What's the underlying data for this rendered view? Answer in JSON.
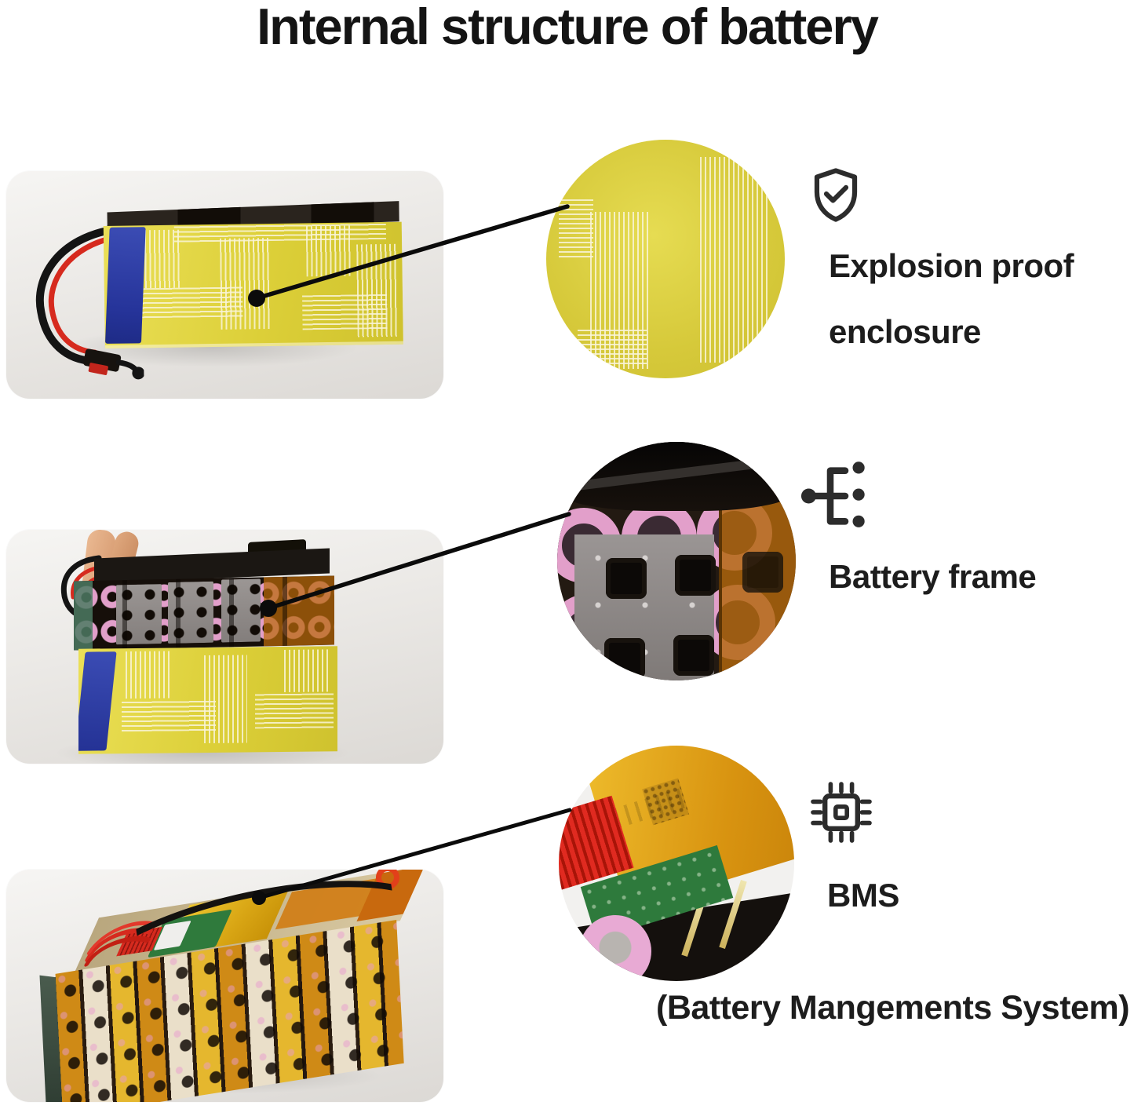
{
  "title": "Internal structure of battery",
  "features": [
    {
      "icon": "shield-check-icon",
      "line1": "Explosion proof",
      "line2": "enclosure"
    },
    {
      "icon": "battery-frame-tree-icon",
      "line1": "Battery frame"
    },
    {
      "icon": "bms-chip-icon",
      "line1": "BMS"
    }
  ],
  "footnote": "(Battery Mangements System)",
  "colors": {
    "text": "#1d1d1d",
    "pointer_line": "#0b0b0b",
    "enclosure_tape_yellow": "#d9cc34",
    "pvc_tape_blue": "#2c3da0",
    "cell_ring_pink": "#e29fca",
    "kapton_tape_orange": "#cf7c12",
    "bms_pcb_green": "#2f7a3c",
    "wire_red": "#d62a1e",
    "wire_black": "#141414"
  }
}
